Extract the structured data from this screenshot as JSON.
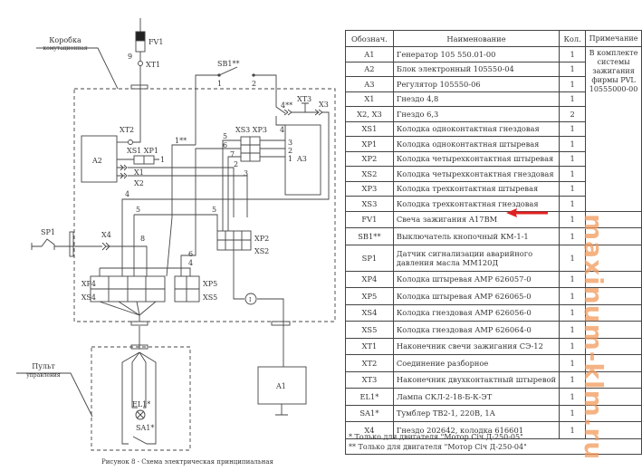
{
  "diagram": {
    "labels": {
      "box_name_1": "Коробка",
      "box_name_2": "комутационная",
      "fv1": "FV1",
      "xt1": "XT1",
      "n9": "9",
      "sb1": "SB1**",
      "sb1_p1": "1",
      "sb1_p2": "2",
      "xt2": "XT2",
      "a2": "A2",
      "xs1xp1": "XS1 XP1",
      "xp1_pin": "1",
      "x1": "X1",
      "x2": "X2",
      "w1": "1**",
      "w4s": "4**",
      "xt3": "XT3",
      "x3": "X3",
      "xs3xp3": "XS3 XP3",
      "a3": "A3",
      "a3_4": "4",
      "a3_3": "3",
      "a3_2": "2",
      "a3_1": "1",
      "p5": "5",
      "p6": "6",
      "p7": "7",
      "w2": "2",
      "w3": "3",
      "w4": "4",
      "w5a": "5",
      "w5b": "5",
      "w8": "8",
      "w6": "6",
      "w4b": "4",
      "sp1": "SP1",
      "x4": "X4",
      "xp2": "XP2",
      "xs2": "XS2",
      "xp4": "XP4",
      "xs4": "XS4",
      "xp5": "XP5",
      "xs5": "XS5",
      "circle_i": "I",
      "a1": "A1",
      "panel_1": "Пульт",
      "panel_2": "управления",
      "el1": "EL1*",
      "sa1": "SA1*"
    },
    "caption": "Рисунок 8 - Схема электрическая принципиальная"
  },
  "table": {
    "headers": [
      "Обознач.",
      "Наименование",
      "Кол.",
      "Примечание"
    ],
    "note_group": "В комплекте системы зажигания фирмы PVL 10555000-00",
    "rows": [
      {
        "ref": "A1",
        "name": "Генератор 105 550.01-00",
        "qty": "1"
      },
      {
        "ref": "A2",
        "name": "Блок электронный 105550-04",
        "qty": "1"
      },
      {
        "ref": "A3",
        "name": "Регулятор 105550-06",
        "qty": "1"
      },
      {
        "ref": "X1",
        "name": "Гнездо 4,8",
        "qty": "1"
      },
      {
        "ref": "X2, X3",
        "name": "Гнездо 6,3",
        "qty": "2"
      },
      {
        "ref": "XS1",
        "name": "Колодка одноконтактная гнездовая",
        "qty": "1"
      },
      {
        "ref": "XP1",
        "name": "Колодка одноконтактная штыревая",
        "qty": "1"
      },
      {
        "ref": "XP2",
        "name": "Колодка четырехконтактная штыревая",
        "qty": "1"
      },
      {
        "ref": "XS2",
        "name": "Колодка четырехконтактная гнездовая",
        "qty": "1"
      },
      {
        "ref": "XP3",
        "name": "Колодка трехконтактная штыревая",
        "qty": "1"
      },
      {
        "ref": "XS3",
        "name": "Колодка трехконтактная гнездовая",
        "qty": "1"
      },
      {
        "ref": "FV1",
        "name": "Свеча зажигания А17ВМ",
        "qty": "1"
      },
      {
        "ref": "SB1**",
        "name": "Выключатель кнопочный КМ-1-1",
        "qty": "1"
      },
      {
        "ref": "SP1",
        "name": "Датчик сигнализации аварийного давления масла ММ120Д",
        "qty": "1"
      },
      {
        "ref": "XP4",
        "name": "Колодка штыревая AMP 626057-0",
        "qty": "1"
      },
      {
        "ref": "XP5",
        "name": "Колодка штыревая AMP 626065-0",
        "qty": "1"
      },
      {
        "ref": "XS4",
        "name": "Колодка гнездовая AMP 626056-0",
        "qty": "1"
      },
      {
        "ref": "XS5",
        "name": "Колодка гнездовая AMP 626064-0",
        "qty": "1"
      },
      {
        "ref": "XT1",
        "name": "Наконечник свечи зажигания СЭ-12",
        "qty": "1"
      },
      {
        "ref": "XT2",
        "name": "Соединение разборное",
        "qty": "1"
      },
      {
        "ref": "XT3",
        "name": "Наконечник двухконтактный штыревой",
        "qty": "1"
      },
      {
        "ref": "EL1*",
        "name": "Лампа СКЛ-2-18-Б-К-ЭТ",
        "qty": "1"
      },
      {
        "ref": "SA1*",
        "name": "Тумблер ТВ2-1, 220В, 1А",
        "qty": "1"
      },
      {
        "ref": "X4",
        "name": "Гнездо 202642, колодка 616601",
        "qty": "1"
      }
    ],
    "footnotes": [
      "* Только для двигателя \"Мотор Січ Д-250-05\"",
      "** Только для  двигателя \"Мотор Січ Д-250-04\""
    ]
  },
  "watermark": "maxinum-klm.ru",
  "colors": {
    "arrow": "#e02020",
    "watermark": "#f29a5c",
    "ink": "#333333"
  }
}
